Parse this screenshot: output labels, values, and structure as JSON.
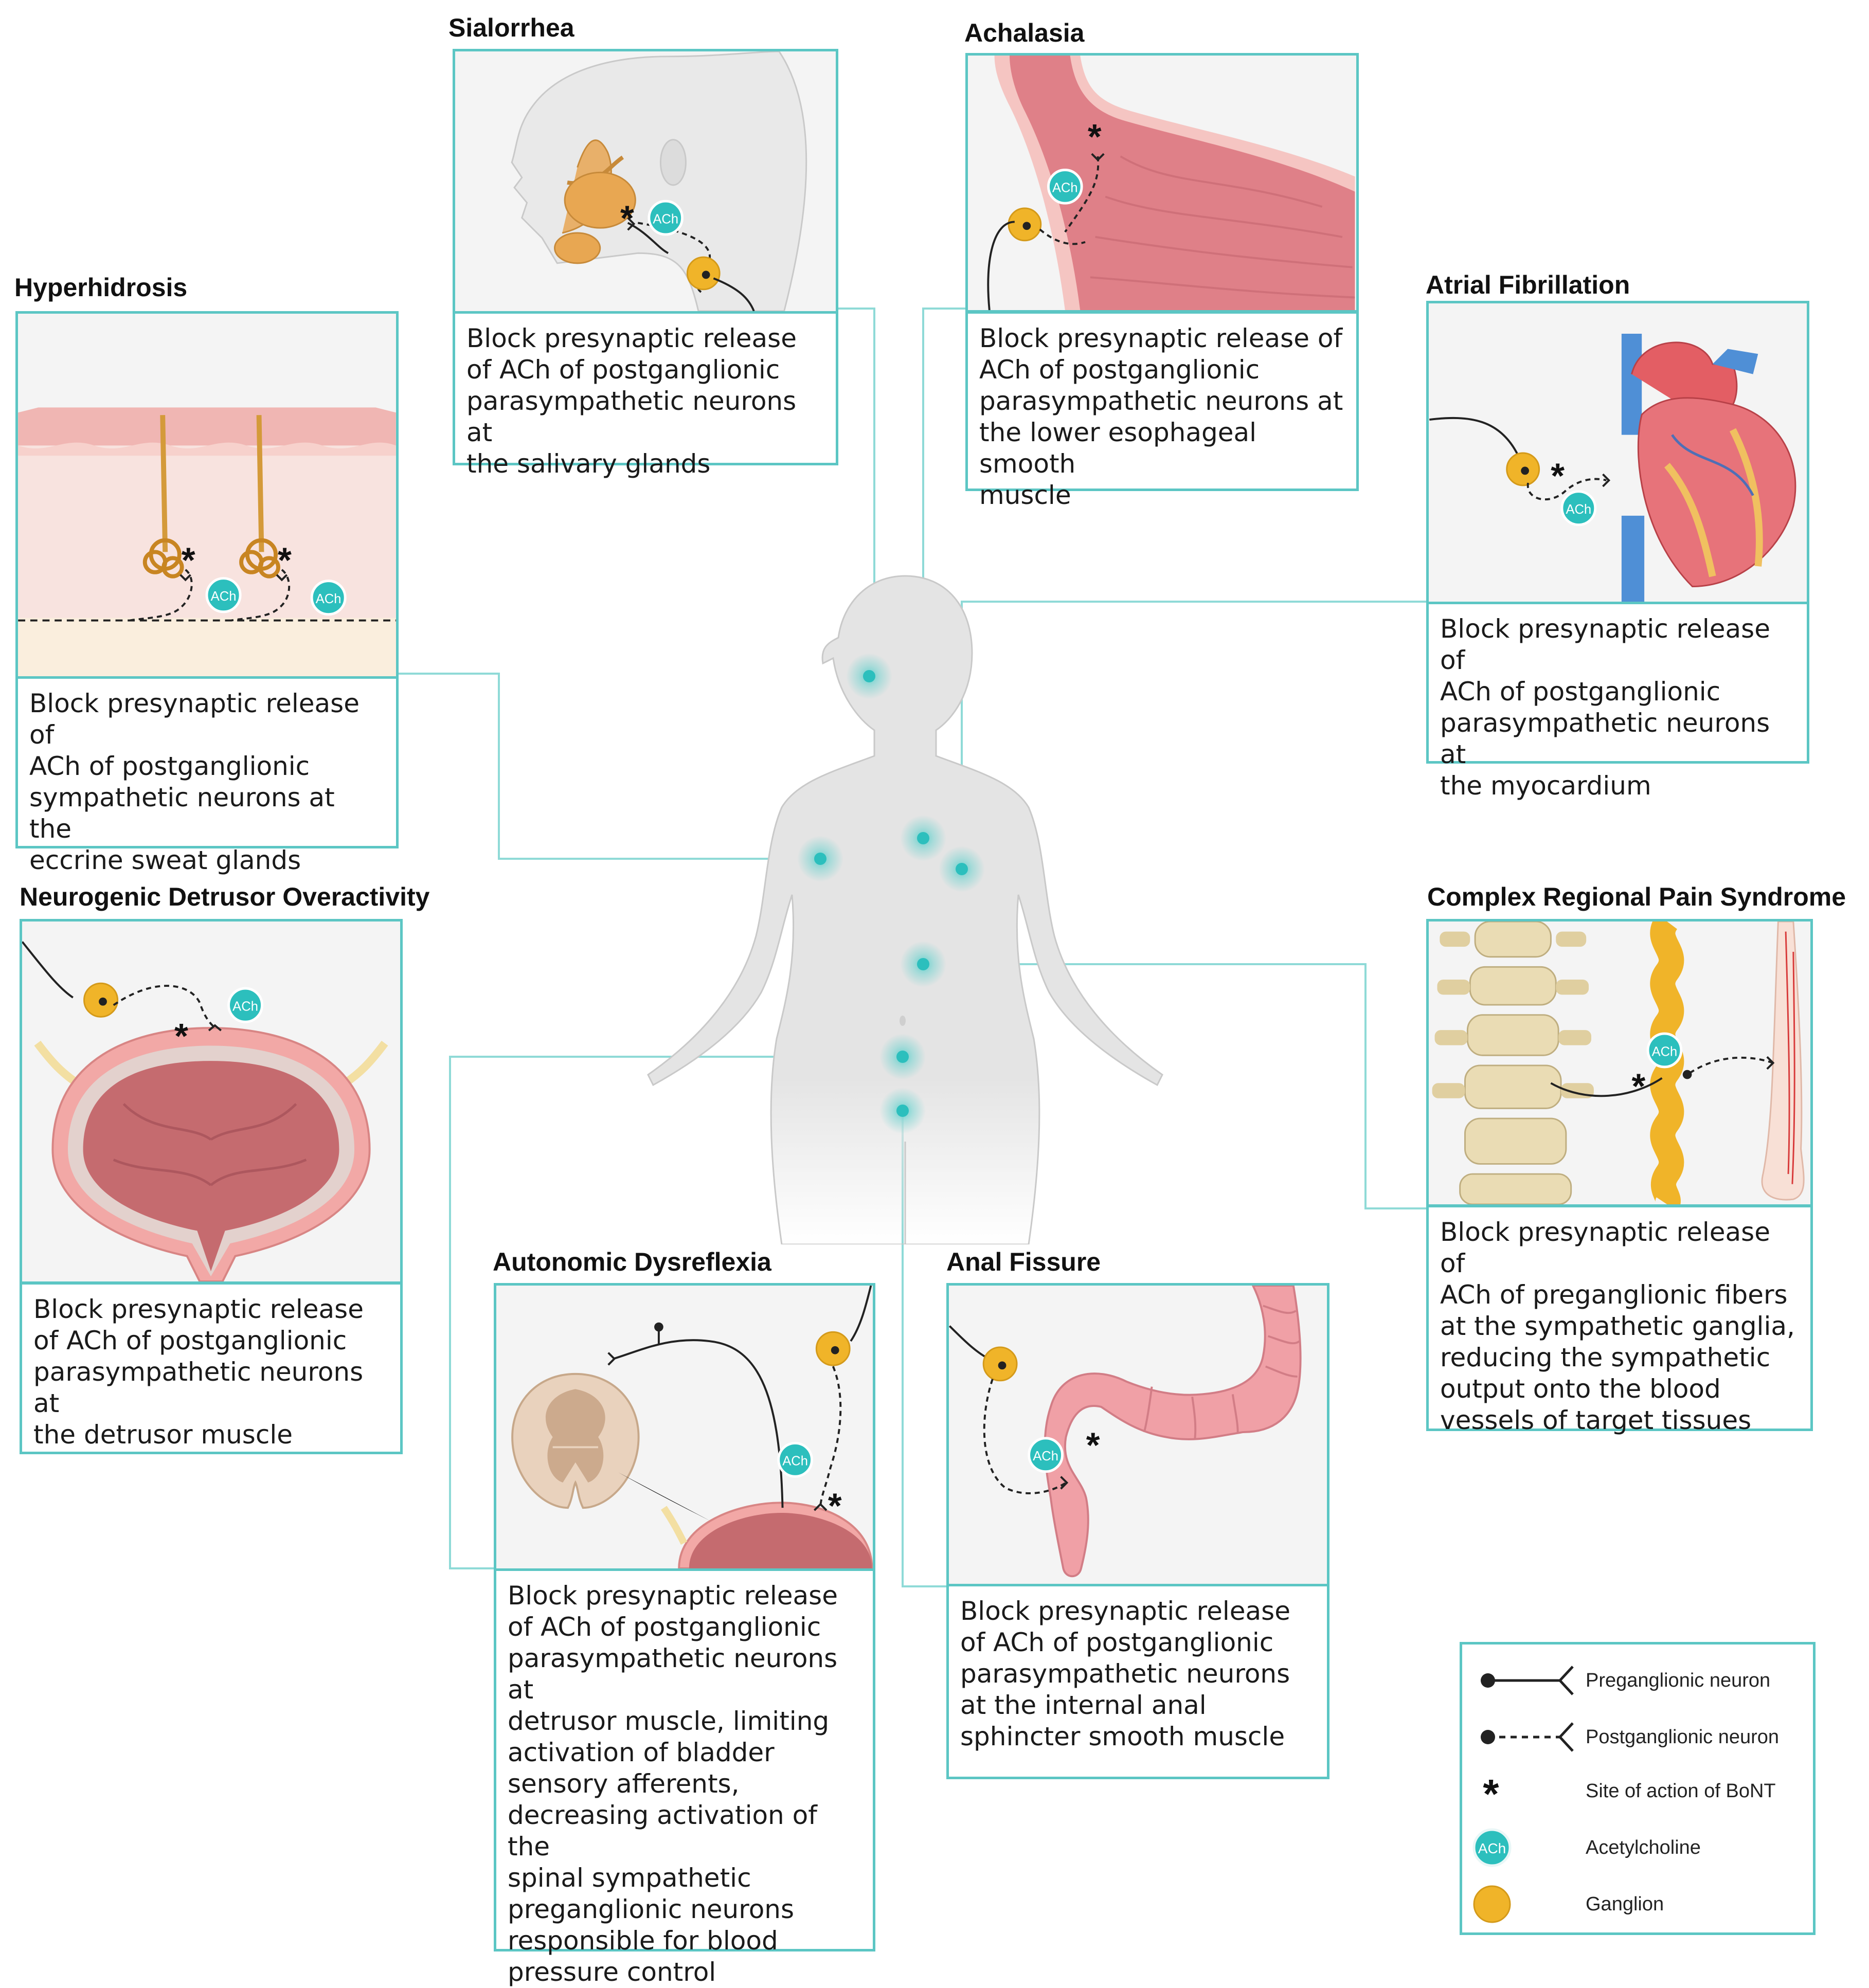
{
  "panels": {
    "hyperhidrosis": {
      "title": "Hyperhidrosis",
      "lines": [
        "Block presynaptic release of",
        "ACh of postganglionic",
        "sympathetic neurons at the",
        "eccrine sweat glands"
      ]
    },
    "sialorrhea": {
      "title": "Sialorrhea",
      "lines": [
        "Block presynaptic release",
        "of ACh of postganglionic",
        "parasympathetic neurons at",
        "the salivary glands"
      ]
    },
    "achalasia": {
      "title": "Achalasia",
      "lines": [
        "Block presynaptic release of",
        "ACh of postganglionic",
        "parasympathetic neurons at",
        "the lower esophageal smooth",
        "muscle"
      ]
    },
    "atrial_fibrillation": {
      "title": "Atrial Fibrillation",
      "lines": [
        "Block presynaptic release of",
        "ACh of postganglionic",
        "parasympathetic neurons at",
        "the myocardium"
      ]
    },
    "neurogenic_detrusor": {
      "title": "Neurogenic Detrusor Overactivity",
      "lines": [
        "Block presynaptic release",
        "of ACh of postganglionic",
        "parasympathetic neurons at",
        "the detrusor muscle"
      ]
    },
    "crps": {
      "title": "Complex Regional Pain Syndrome",
      "lines": [
        "Block presynaptic release of",
        "ACh of preganglionic fibers",
        "at the sympathetic ganglia,",
        "reducing the sympathetic",
        "output onto the blood",
        "vessels of target tissues"
      ]
    },
    "autonomic_dysreflexia": {
      "title": "Autonomic Dysreflexia",
      "lines": [
        "Block presynaptic release",
        "of ACh of postganglionic",
        "parasympathetic neurons at",
        "detrusor muscle, limiting",
        "activation of bladder",
        "sensory afferents,",
        "decreasing activation of the",
        "spinal sympathetic",
        "preganglionic neurons",
        "responsible for blood",
        "pressure control"
      ]
    },
    "anal_fissure": {
      "title": "Anal Fissure",
      "lines": [
        "Block presynaptic release",
        "of ACh of postganglionic",
        "parasympathetic neurons",
        "at the internal anal",
        "sphincter smooth muscle"
      ]
    }
  },
  "ach_label": "ACh",
  "asterisk": "*",
  "legend": [
    {
      "symbol": "preganglionic-neuron",
      "label": "Preganglionic neuron"
    },
    {
      "symbol": "postganglionic-neuron",
      "label": "Postganglionic neuron"
    },
    {
      "symbol": "bont-site",
      "label": "Site of action of BoNT"
    },
    {
      "symbol": "acetylcholine",
      "label": "Acetylcholine"
    },
    {
      "symbol": "ganglion",
      "label": "Ganglion"
    }
  ],
  "colors": {
    "border": "#5cc6c4",
    "ach": "#2cbfbd",
    "ganglion": "#f0b429",
    "tissue_pink": "#e8868a",
    "body_gray": "#e6e6e6",
    "target": "#5fd0cc"
  }
}
